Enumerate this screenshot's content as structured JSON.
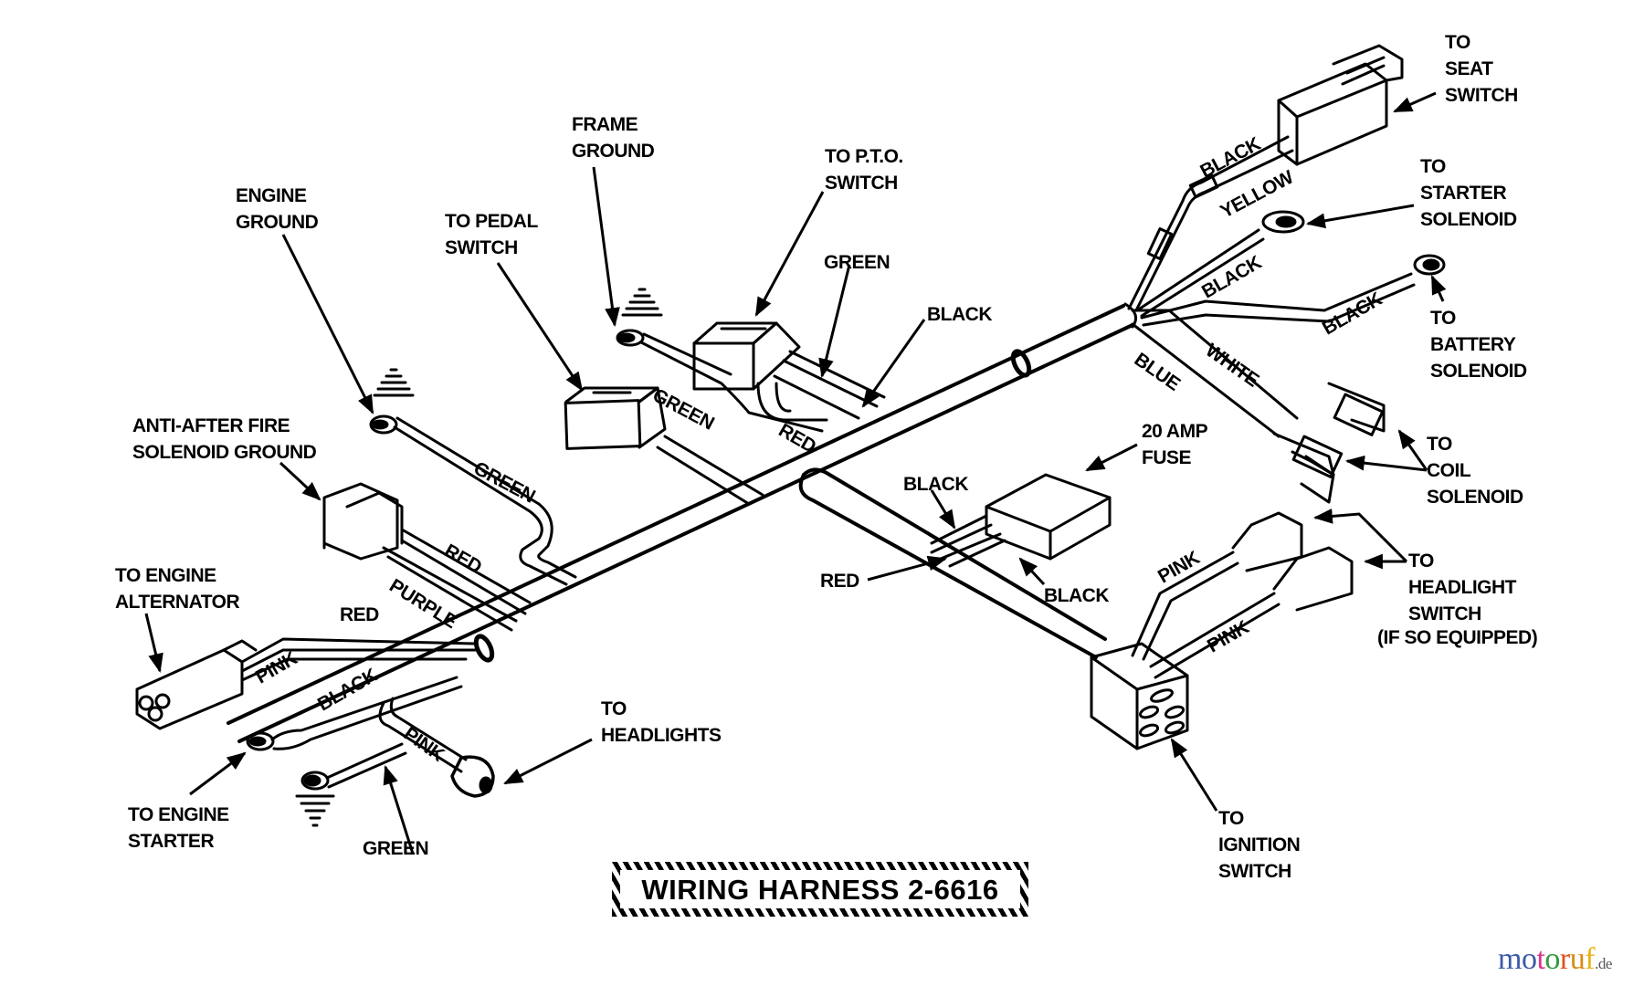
{
  "title": "WIRING HARNESS 2-6616",
  "callouts": {
    "to_seat_switch": "TO\nSEAT\nSWITCH",
    "to_starter_solenoid": "TO\nSTARTER\nSOLENOID",
    "to_battery_solenoid": "TO\nBATTERY\nSOLENOID",
    "to_coil_solenoid": "TO\nCOIL\nSOLENOID",
    "to_headlight_switch": "TO\nHEADLIGHT\nSWITCH",
    "if_so_equipped": "(IF SO EQUIPPED)",
    "to_ignition_switch": "TO\nIGNITION\nSWITCH",
    "fuse_20_amp": "20 AMP\nFUSE",
    "to_pto_switch": "TO P.T.O.\nSWITCH",
    "frame_ground": "FRAME\nGROUND",
    "to_pedal_switch": "TO PEDAL\nSWITCH",
    "engine_ground": "ENGINE\nGROUND",
    "anti_after_fire": "ANTI-AFTER FIRE\nSOLENOID GROUND",
    "to_engine_alternator": "TO ENGINE\nALTERNATOR",
    "to_engine_starter": "TO ENGINE\nSTARTER",
    "to_headlights": "TO\nHEADLIGHTS",
    "green_bottom": "GREEN",
    "green_pto": "GREEN",
    "black_pto": "BLACK",
    "black_fuse_top": "BLACK",
    "black_fuse_bottom": "BLACK",
    "red_fuse": "RED"
  },
  "wire_labels": {
    "black_seat": "BLACK",
    "yellow_seat": "YELLOW",
    "black_starter": "BLACK",
    "black_battery": "BLACK",
    "white_coil": "WHITE",
    "blue_coil": "BLUE",
    "pink_headlight_top": "PINK",
    "pink_headlight_bottom": "PINK",
    "green_frame": "GREEN",
    "red_pto": "RED",
    "green_engine_ground": "GREEN",
    "red_anti_after_fire": "RED",
    "purple_anti_after_fire": "PURPLE",
    "red_alternator": "RED",
    "pink_alternator": "PINK",
    "black_starter_left": "BLACK",
    "pink_headlights": "PINK"
  },
  "watermark": {
    "letters": [
      "m",
      "o",
      "t",
      "o",
      "r",
      "u",
      "f"
    ],
    "colors": [
      "#3b5aa8",
      "#3b5aa8",
      "#d9338a",
      "#2f9a3a",
      "#e0501e",
      "#d98a14",
      "#e8b418"
    ],
    "tld": ".de"
  }
}
